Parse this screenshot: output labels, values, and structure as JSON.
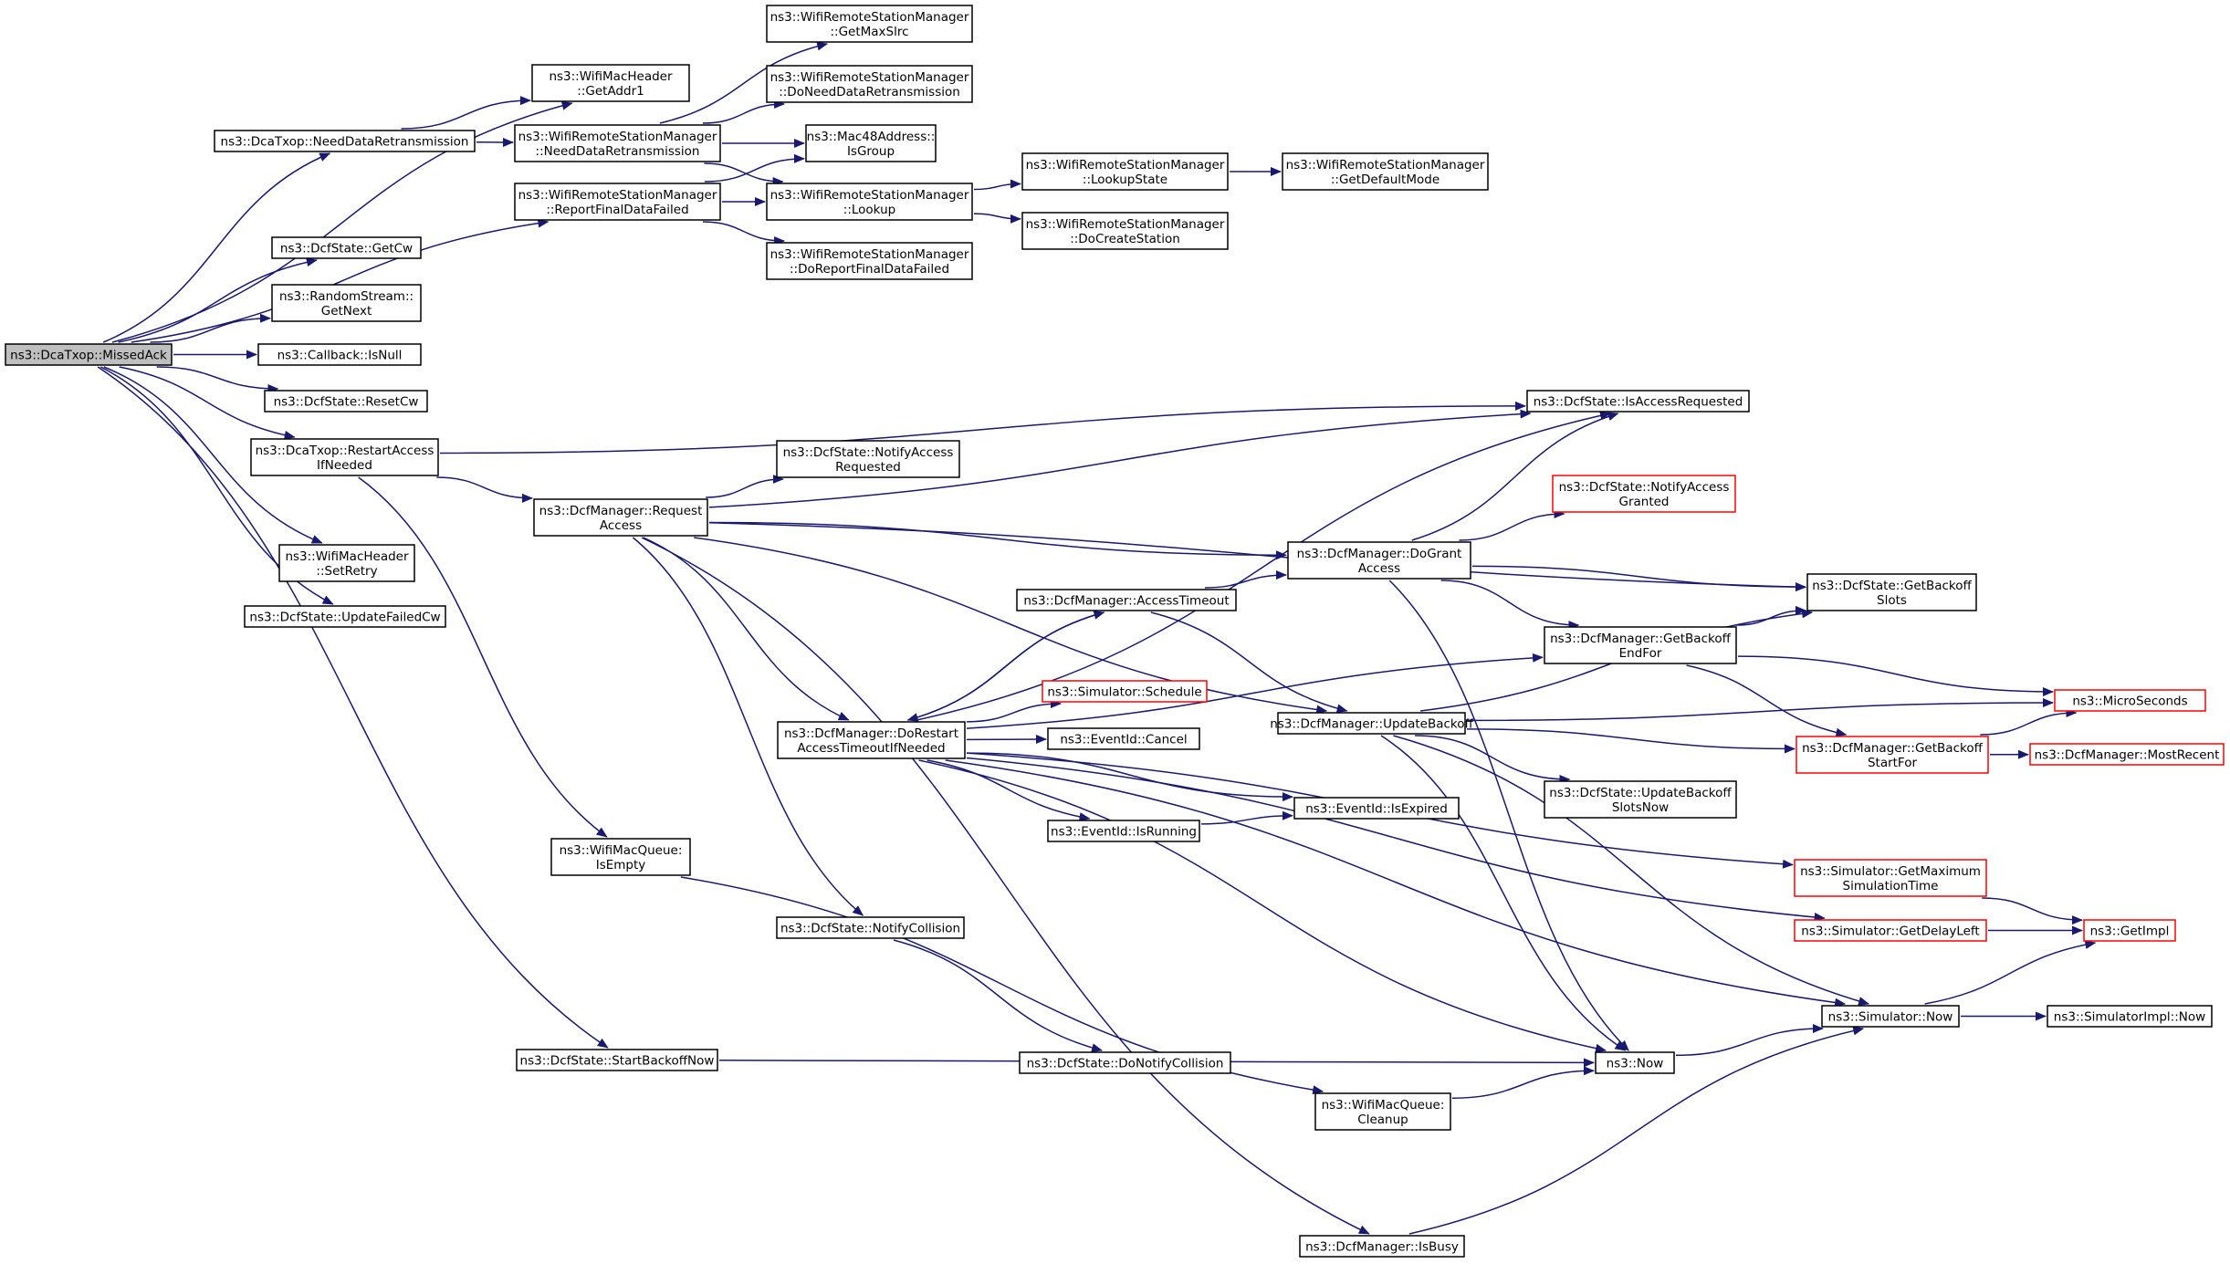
{
  "graph": {
    "edge_color": "#191970",
    "node_border": "#000000",
    "highlight_border": "#ff0000",
    "root_fill": "#bfbfbf",
    "nodes": [
      {
        "id": "missedack",
        "lines": [
          "ns3::DcaTxop::MissedAck"
        ],
        "style": "root"
      },
      {
        "id": "getaddr1",
        "lines": [
          "ns3::WifiMacHeader",
          "::GetAddr1"
        ]
      },
      {
        "id": "dca_needdata",
        "lines": [
          "ns3::DcaTxop::NeedDataRetransmission"
        ]
      },
      {
        "id": "wrsm_needdata",
        "lines": [
          "ns3::WifiRemoteStationManager",
          "::NeedDataRetransmission"
        ]
      },
      {
        "id": "getmaxslrc",
        "lines": [
          "ns3::WifiRemoteStationManager",
          "::GetMaxSlrc"
        ]
      },
      {
        "id": "doneeddata",
        "lines": [
          "ns3::WifiRemoteStationManager",
          "::DoNeedDataRetransmission"
        ]
      },
      {
        "id": "isgroup",
        "lines": [
          "ns3::Mac48Address::",
          "IsGroup"
        ]
      },
      {
        "id": "lookup",
        "lines": [
          "ns3::WifiRemoteStationManager",
          "::Lookup"
        ]
      },
      {
        "id": "lookupstate",
        "lines": [
          "ns3::WifiRemoteStationManager",
          "::LookupState"
        ]
      },
      {
        "id": "getdefaultmode",
        "lines": [
          "ns3::WifiRemoteStationManager",
          "::GetDefaultMode"
        ]
      },
      {
        "id": "docreatestation",
        "lines": [
          "ns3::WifiRemoteStationManager",
          "::DoCreateStation"
        ]
      },
      {
        "id": "reportfinal",
        "lines": [
          "ns3::WifiRemoteStationManager",
          "::ReportFinalDataFailed"
        ]
      },
      {
        "id": "doreportfinal",
        "lines": [
          "ns3::WifiRemoteStationManager",
          "::DoReportFinalDataFailed"
        ]
      },
      {
        "id": "getcw",
        "lines": [
          "ns3::DcfState::GetCw"
        ]
      },
      {
        "id": "getnext",
        "lines": [
          "ns3::RandomStream::",
          "GetNext"
        ]
      },
      {
        "id": "isnull",
        "lines": [
          "ns3::Callback::IsNull"
        ]
      },
      {
        "id": "resetcw",
        "lines": [
          "ns3::DcfState::ResetCw"
        ]
      },
      {
        "id": "restartaccess",
        "lines": [
          "ns3::DcaTxop::RestartAccess",
          "IfNeeded"
        ]
      },
      {
        "id": "setretry",
        "lines": [
          "ns3::WifiMacHeader",
          "::SetRetry"
        ]
      },
      {
        "id": "updatefailedcw",
        "lines": [
          "ns3::DcfState::UpdateFailedCw"
        ]
      },
      {
        "id": "requestaccess",
        "lines": [
          "ns3::DcfManager::Request",
          "Access"
        ]
      },
      {
        "id": "notifyaccessreq",
        "lines": [
          "ns3::DcfState::NotifyAccess",
          "Requested"
        ]
      },
      {
        "id": "isaccessreq",
        "lines": [
          "ns3::DcfState::IsAccessRequested"
        ]
      },
      {
        "id": "notifyaccessgranted",
        "lines": [
          "ns3::DcfState::NotifyAccess",
          "Granted"
        ],
        "style": "red"
      },
      {
        "id": "dogrant",
        "lines": [
          "ns3::DcfManager::DoGrant",
          "Access"
        ]
      },
      {
        "id": "getbackoffslots",
        "lines": [
          "ns3::DcfState::GetBackoff",
          "Slots"
        ]
      },
      {
        "id": "accesstimeout",
        "lines": [
          "ns3::DcfManager::AccessTimeout"
        ]
      },
      {
        "id": "getbackoffendfor",
        "lines": [
          "ns3::DcfManager::GetBackoff",
          "EndFor"
        ]
      },
      {
        "id": "schedule",
        "lines": [
          "ns3::Simulator::Schedule"
        ],
        "style": "red"
      },
      {
        "id": "dorestart",
        "lines": [
          "ns3::DcfManager::DoRestart",
          "AccessTimeoutIfNeeded"
        ]
      },
      {
        "id": "updatebackoff",
        "lines": [
          "ns3::DcfManager::UpdateBackoff"
        ]
      },
      {
        "id": "microseconds",
        "lines": [
          "ns3::MicroSeconds"
        ],
        "style": "red"
      },
      {
        "id": "cancel",
        "lines": [
          "ns3::EventId::Cancel"
        ]
      },
      {
        "id": "getbackoffstartfor",
        "lines": [
          "ns3::DcfManager::GetBackoff",
          "StartFor"
        ],
        "style": "red"
      },
      {
        "id": "mostrecent",
        "lines": [
          "ns3::DcfManager::MostRecent"
        ],
        "style": "red"
      },
      {
        "id": "updatebackoffslotsnow",
        "lines": [
          "ns3::DcfState::UpdateBackoff",
          "SlotsNow"
        ]
      },
      {
        "id": "isexpired",
        "lines": [
          "ns3::EventId::IsExpired"
        ]
      },
      {
        "id": "isrunning",
        "lines": [
          "ns3::EventId::IsRunning"
        ]
      },
      {
        "id": "isempty",
        "lines": [
          "ns3::WifiMacQueue:",
          "IsEmpty"
        ]
      },
      {
        "id": "getmaxsimtime",
        "lines": [
          "ns3::Simulator::GetMaximum",
          "SimulationTime"
        ],
        "style": "red"
      },
      {
        "id": "notifycollision",
        "lines": [
          "ns3::DcfState::NotifyCollision"
        ]
      },
      {
        "id": "getdelayleft",
        "lines": [
          "ns3::Simulator::GetDelayLeft"
        ],
        "style": "red"
      },
      {
        "id": "getimpl",
        "lines": [
          "ns3::GetImpl"
        ],
        "style": "red"
      },
      {
        "id": "simnow",
        "lines": [
          "ns3::Simulator::Now"
        ]
      },
      {
        "id": "simimplnow",
        "lines": [
          "ns3::SimulatorImpl::Now"
        ]
      },
      {
        "id": "startbackoffnow",
        "lines": [
          "ns3::DcfState::StartBackoffNow"
        ]
      },
      {
        "id": "donotifycollision",
        "lines": [
          "ns3::DcfState::DoNotifyCollision"
        ]
      },
      {
        "id": "now",
        "lines": [
          "ns3::Now"
        ]
      },
      {
        "id": "cleanup",
        "lines": [
          "ns3::WifiMacQueue:",
          "Cleanup"
        ]
      },
      {
        "id": "isbusy",
        "lines": [
          "ns3::DcfManager::IsBusy"
        ]
      }
    ],
    "edges": [
      [
        "missedack",
        "getaddr1"
      ],
      [
        "missedack",
        "dca_needdata"
      ],
      [
        "missedack",
        "reportfinal"
      ],
      [
        "missedack",
        "getcw"
      ],
      [
        "missedack",
        "getnext"
      ],
      [
        "missedack",
        "isnull"
      ],
      [
        "missedack",
        "resetcw"
      ],
      [
        "missedack",
        "restartaccess"
      ],
      [
        "missedack",
        "setretry"
      ],
      [
        "missedack",
        "updatefailedcw"
      ],
      [
        "missedack",
        "startbackoffnow"
      ],
      [
        "dca_needdata",
        "getaddr1"
      ],
      [
        "dca_needdata",
        "wrsm_needdata"
      ],
      [
        "wrsm_needdata",
        "getmaxslrc"
      ],
      [
        "wrsm_needdata",
        "doneeddata"
      ],
      [
        "wrsm_needdata",
        "isgroup"
      ],
      [
        "wrsm_needdata",
        "lookup"
      ],
      [
        "reportfinal",
        "isgroup"
      ],
      [
        "reportfinal",
        "lookup"
      ],
      [
        "reportfinal",
        "doreportfinal"
      ],
      [
        "lookup",
        "lookupstate"
      ],
      [
        "lookup",
        "docreatestation"
      ],
      [
        "lookupstate",
        "getdefaultmode"
      ],
      [
        "restartaccess",
        "isaccessreq"
      ],
      [
        "restartaccess",
        "requestaccess"
      ],
      [
        "restartaccess",
        "isempty"
      ],
      [
        "requestaccess",
        "notifyaccessreq"
      ],
      [
        "requestaccess",
        "getbackoffslots"
      ],
      [
        "requestaccess",
        "isaccessreq"
      ],
      [
        "requestaccess",
        "dogrant"
      ],
      [
        "requestaccess",
        "updatebackoff"
      ],
      [
        "requestaccess",
        "dorestart"
      ],
      [
        "requestaccess",
        "notifycollision"
      ],
      [
        "requestaccess",
        "isbusy"
      ],
      [
        "dogrant",
        "isaccessreq"
      ],
      [
        "dogrant",
        "notifyaccessgranted"
      ],
      [
        "dogrant",
        "getbackoffslots"
      ],
      [
        "dogrant",
        "getbackoffendfor"
      ],
      [
        "dogrant",
        "now"
      ],
      [
        "accesstimeout",
        "dogrant"
      ],
      [
        "accesstimeout",
        "dorestart"
      ],
      [
        "accesstimeout",
        "updatebackoff"
      ],
      [
        "dorestart",
        "accesstimeout"
      ],
      [
        "dorestart",
        "isaccessreq"
      ],
      [
        "dorestart",
        "getbackoffendfor"
      ],
      [
        "dorestart",
        "schedule"
      ],
      [
        "dorestart",
        "cancel"
      ],
      [
        "dorestart",
        "isexpired"
      ],
      [
        "dorestart",
        "isrunning"
      ],
      [
        "dorestart",
        "getmaxsimtime"
      ],
      [
        "dorestart",
        "getdelayleft"
      ],
      [
        "dorestart",
        "simnow"
      ],
      [
        "dorestart",
        "now"
      ],
      [
        "getbackoffendfor",
        "getbackoffslots"
      ],
      [
        "getbackoffendfor",
        "microseconds"
      ],
      [
        "getbackoffendfor",
        "getbackoffstartfor"
      ],
      [
        "updatebackoff",
        "getbackoffslots"
      ],
      [
        "updatebackoff",
        "microseconds"
      ],
      [
        "updatebackoff",
        "getbackoffstartfor"
      ],
      [
        "updatebackoff",
        "updatebackoffslotsnow"
      ],
      [
        "updatebackoff",
        "simnow"
      ],
      [
        "updatebackoff",
        "now"
      ],
      [
        "getbackoffstartfor",
        "microseconds"
      ],
      [
        "getbackoffstartfor",
        "mostrecent"
      ],
      [
        "isrunning",
        "isexpired"
      ],
      [
        "getmaxsimtime",
        "getimpl"
      ],
      [
        "getdelayleft",
        "getimpl"
      ],
      [
        "simnow",
        "getimpl"
      ],
      [
        "simnow",
        "simimplnow"
      ],
      [
        "now",
        "simnow"
      ],
      [
        "notifycollision",
        "donotifycollision"
      ],
      [
        "isempty",
        "cleanup"
      ],
      [
        "cleanup",
        "now"
      ],
      [
        "startbackoffnow",
        "now"
      ],
      [
        "isbusy",
        "simnow"
      ]
    ]
  }
}
